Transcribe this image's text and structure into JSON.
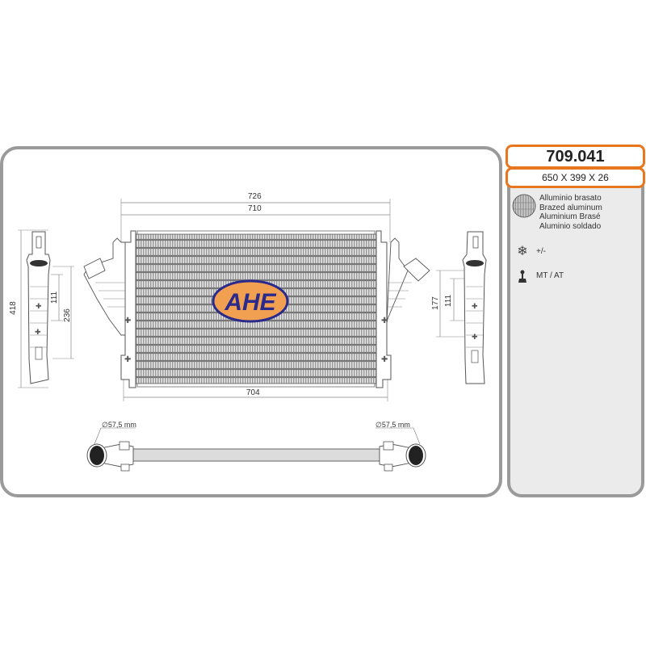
{
  "product": {
    "part_number": "709.041",
    "dimensions": "650 X 399 X 26"
  },
  "specs": {
    "material_icon": "brazed-core-disc-icon",
    "material_lines": [
      "Alluminio brasato",
      "Brazed aluminum",
      "Aluminium Brasé",
      "Aluminio soldado"
    ],
    "ac_icon": "snowflake-icon",
    "ac_label": "+/-",
    "transmission_icon": "gear-lever-icon",
    "transmission_label": "MT / AT"
  },
  "drawing": {
    "logo_text": "AHE",
    "colors": {
      "accent_orange": "#e8761e",
      "logo_blue": "#2a2a8c",
      "logo_orange": "#f0a050",
      "frame_gray": "#9a9a9a",
      "panel_fill": "#ebebeb"
    },
    "front_view": {
      "overall_width_label": "726",
      "core_width_label": "710",
      "bottom_width_label": "704"
    },
    "left_side_view": {
      "height_label": "418",
      "dim_a_label": "111",
      "dim_b_label": "236"
    },
    "right_side_view": {
      "dim_a_label": "177",
      "dim_b_label": "111"
    },
    "top_view": {
      "left_port_label": "∅57,5 mm",
      "right_port_label": "∅57,5 mm"
    }
  }
}
